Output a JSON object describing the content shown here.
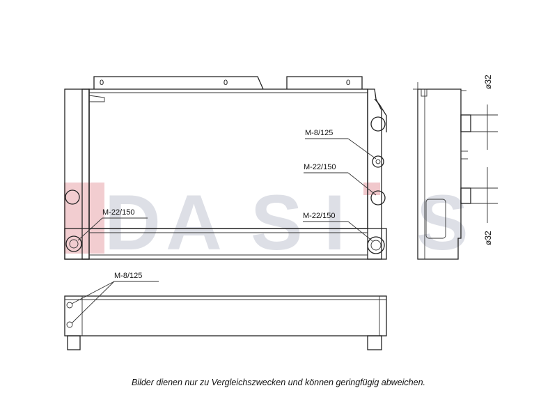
{
  "watermark": {
    "letter_1": "D",
    "letter_2": "A",
    "letter_3": "S",
    "letter_4": "I",
    "letter_5": "S"
  },
  "labels": {
    "thread_1": "M-8/125",
    "thread_2": "M-22/150",
    "thread_3": "M-22/150",
    "thread_4": "M-22/150",
    "thread_5": "M-8/125"
  },
  "dimensions": {
    "top": "ø32",
    "bottom": "ø32"
  },
  "top_markers": [
    "0",
    "0",
    "0"
  ],
  "caption": "Bilder dienen nur zu Vergleichszwecken und können geringfügig abweichen.",
  "colors": {
    "line": "#222222",
    "watermark_red": "#e8a4aa",
    "watermark_gray": "#c2c6d2"
  }
}
